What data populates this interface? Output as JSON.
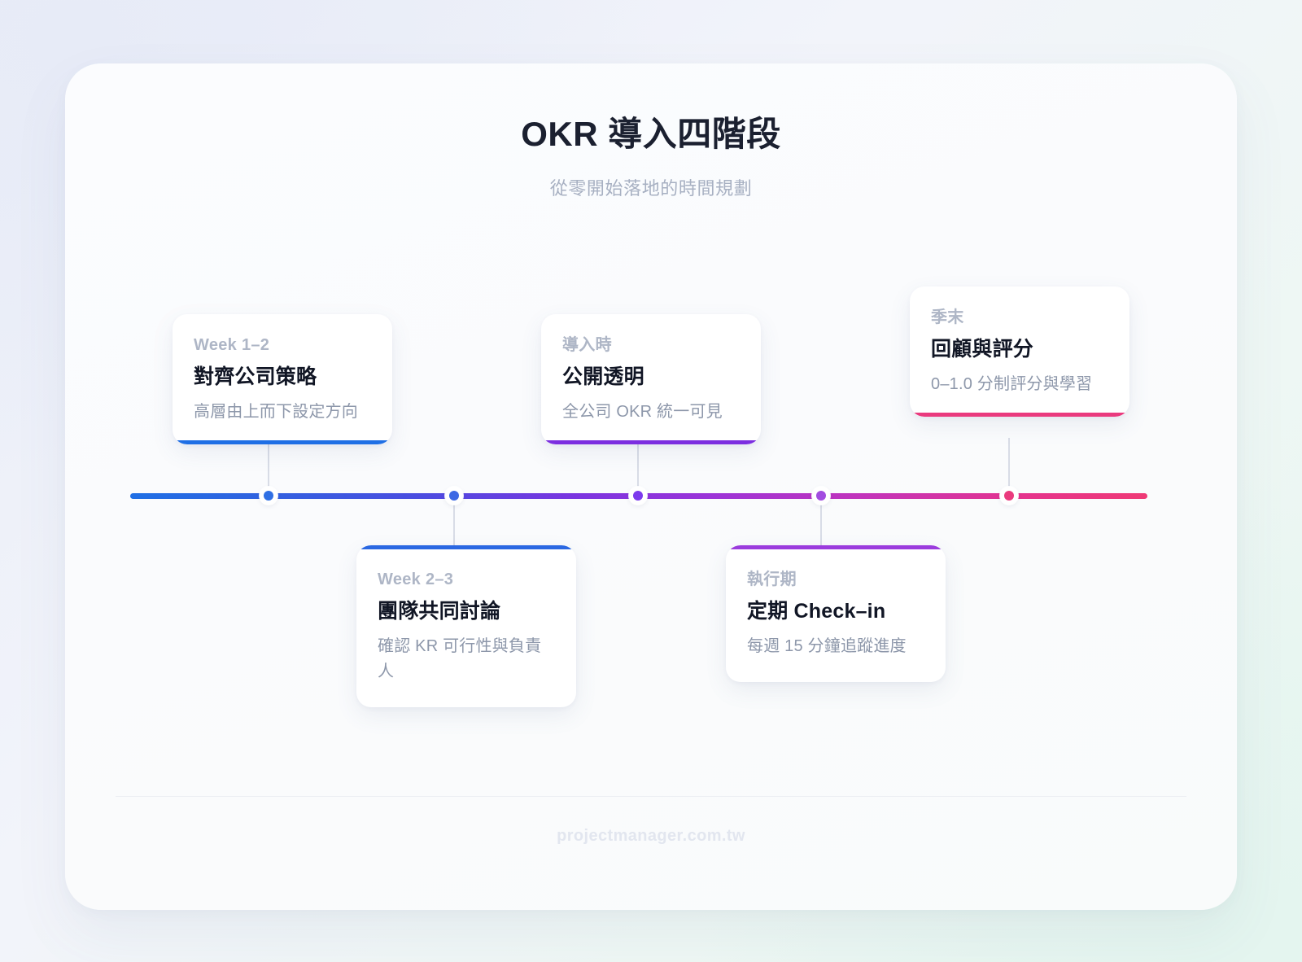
{
  "header": {
    "title": "OKR 導入四階段",
    "subtitle": "從零開始落地的時間規劃"
  },
  "timeline": {
    "gradient_start": "#1f6fe5",
    "gradient_mid": "#7b34e0",
    "gradient_end": "#ef3a76",
    "steps": [
      {
        "id": "step-1",
        "position": "above",
        "period": "Week 1–2",
        "title": "對齊公司策略",
        "desc": "高層由上而下設定方向",
        "accent": "#1f6fe5",
        "dot": "#2f6fe4"
      },
      {
        "id": "step-2",
        "position": "below",
        "period": "Week 2–3",
        "title": "團隊共同討論",
        "desc": "確認 KR 可行性與負責人",
        "accent": "#2b68e2",
        "dot": "#3d68e4"
      },
      {
        "id": "step-3",
        "position": "above",
        "period": "導入時",
        "title": "公開透明",
        "desc": "全公司 OKR 統一可見",
        "accent": "#7c2ee0",
        "dot": "#7c3aed"
      },
      {
        "id": "step-4",
        "position": "below",
        "period": "執行期",
        "title": "定期 Check–in",
        "desc": "每週 15 分鐘追蹤進度",
        "accent": "#9b3cdd",
        "dot": "#a24ce0"
      },
      {
        "id": "step-5",
        "position": "above",
        "period": "季末",
        "title": "回顧與評分",
        "desc": "0–1.0 分制評分與學習",
        "accent": "#ea3a7e",
        "dot": "#ea3a7e"
      }
    ]
  },
  "footer": {
    "site": "projectmanager.com.tw"
  }
}
